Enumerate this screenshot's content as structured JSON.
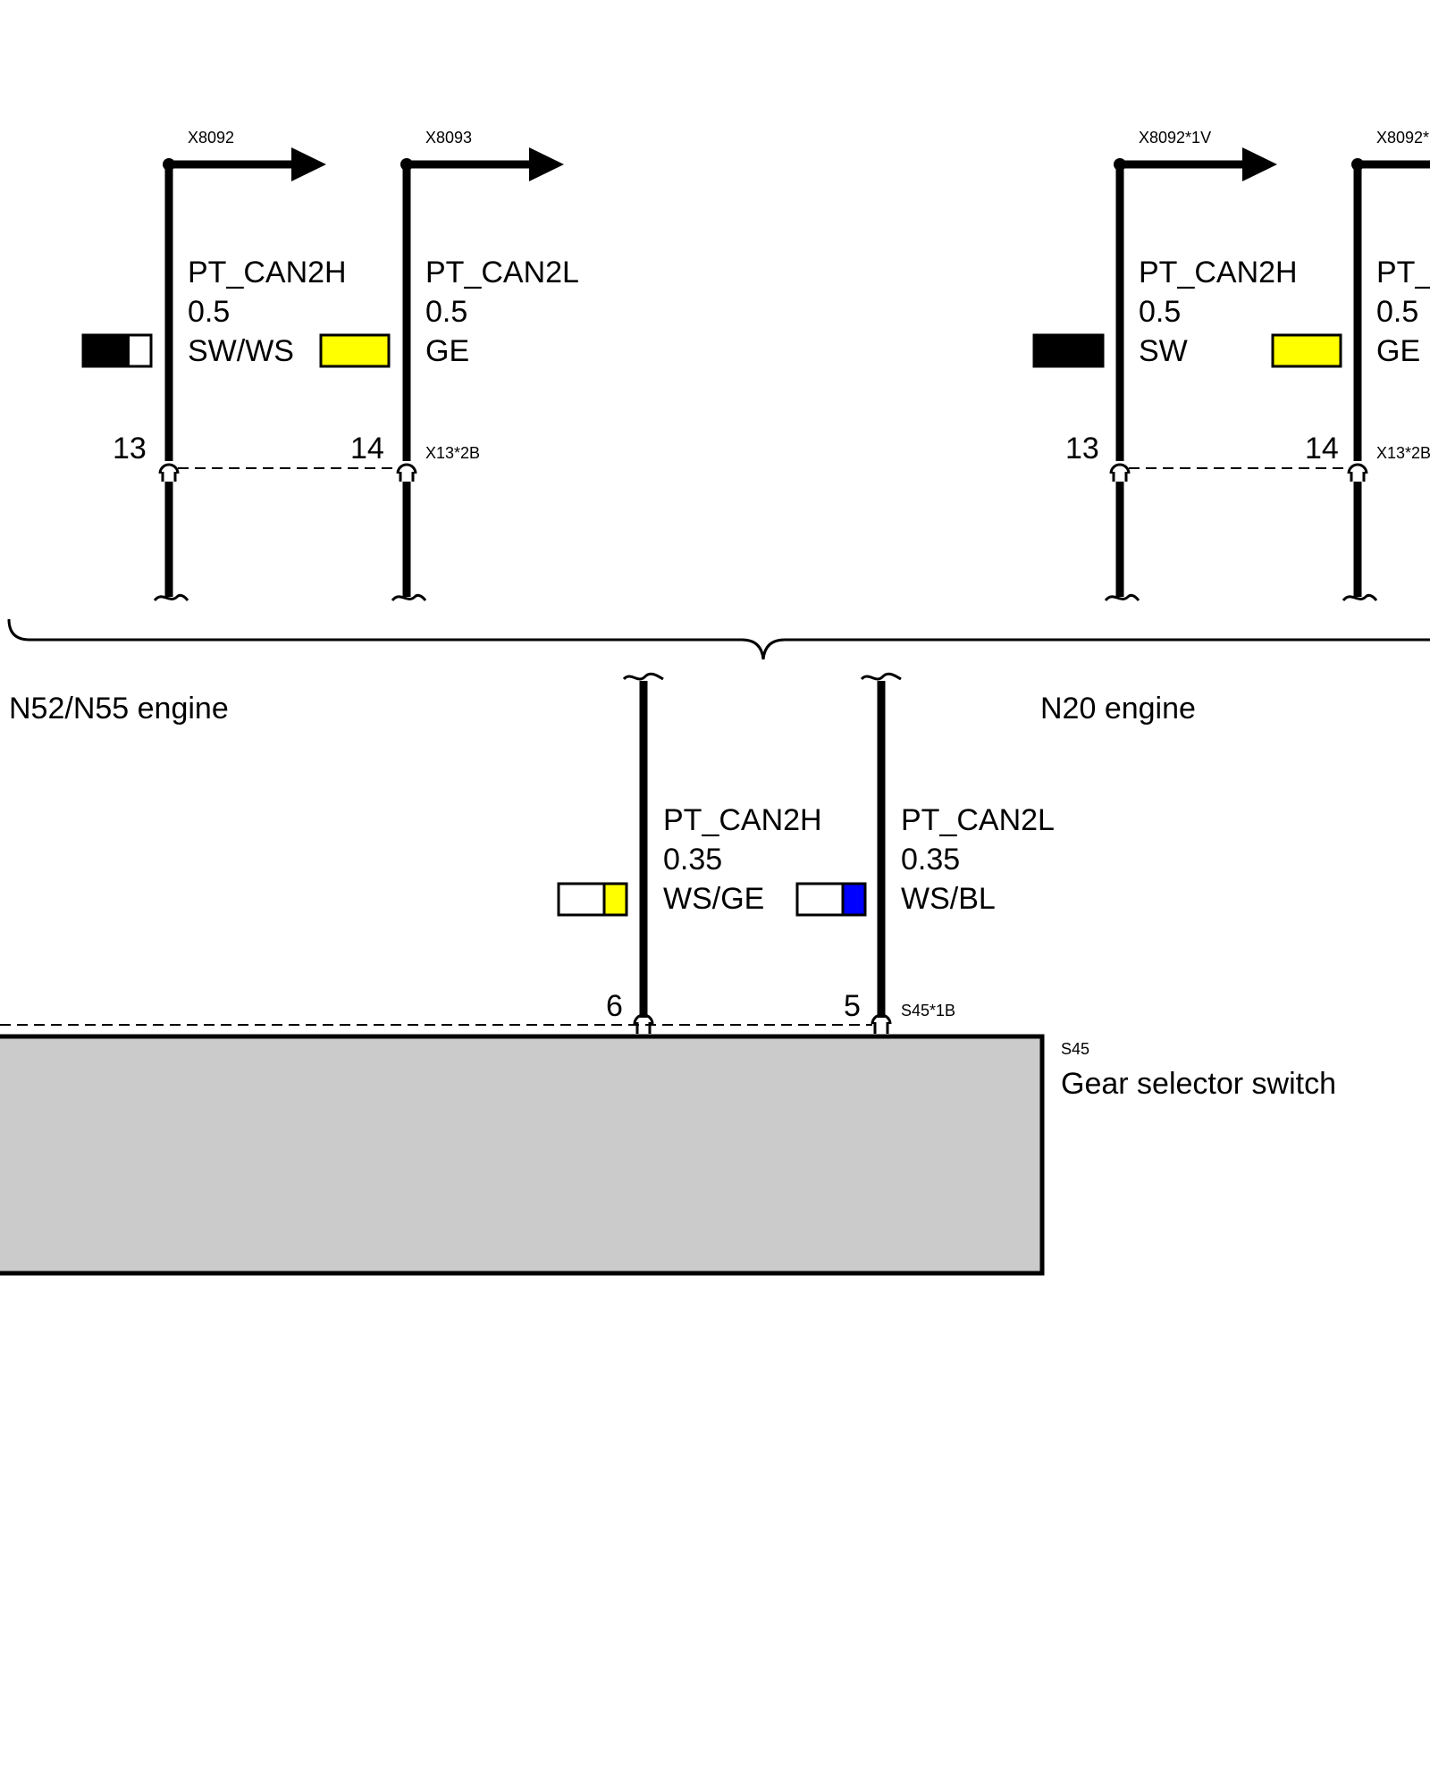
{
  "columns": [
    {
      "id": "n52-can2h",
      "connector": "X8092",
      "signal": "PT_CAN2H",
      "size": "0.5",
      "color_code": "SW/WS",
      "pin": "13",
      "colors": [
        "#000000",
        "#ffffff"
      ]
    },
    {
      "id": "n52-can2l",
      "connector": "X8093",
      "signal": "PT_CAN2L",
      "size": "0.5",
      "color_code": "GE",
      "pin": "14",
      "plug": "X13*2B",
      "colors": [
        "#ffff00"
      ]
    },
    {
      "id": "n20-can2h",
      "connector": "X8092*1V",
      "signal": "PT_CAN2H",
      "size": "0.5",
      "color_code": "SW",
      "pin": "13",
      "colors": [
        "#000000"
      ]
    },
    {
      "id": "n20-can2l",
      "connector": "X8092*",
      "signal": "PT_",
      "size": "0.5",
      "color_code": "GE",
      "pin": "14",
      "plug": "X13*2B",
      "colors": [
        "#ffff00"
      ]
    }
  ],
  "variant_labels": {
    "left": "N52/N55 engine",
    "right": "N20 engine"
  },
  "lower": [
    {
      "id": "s45-can2h",
      "signal": "PT_CAN2H",
      "size": "0.35",
      "color_code": "WS/GE",
      "pin": "6",
      "colors": [
        "#ffffff",
        "#ffff00"
      ]
    },
    {
      "id": "s45-can2l",
      "signal": "PT_CAN2L",
      "size": "0.35",
      "color_code": "WS/BL",
      "pin": "5",
      "plug": "S45*1B",
      "colors": [
        "#ffffff",
        "#0000ff"
      ]
    }
  ],
  "component": {
    "code": "S45",
    "name": "Gear selector switch",
    "fill": "#cbcbcb"
  }
}
